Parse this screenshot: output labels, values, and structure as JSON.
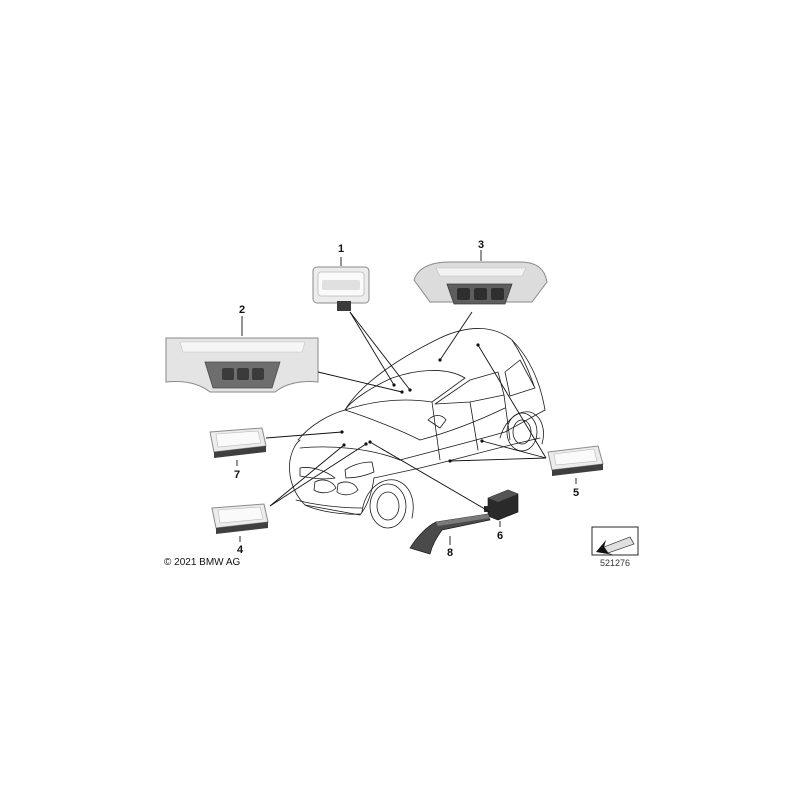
{
  "parts": [
    {
      "number": "1",
      "name": "interior-light-front"
    },
    {
      "number": "2",
      "name": "front-roof-module-console"
    },
    {
      "number": "3",
      "name": "rear-roof-console-light"
    },
    {
      "number": "4",
      "name": "footwell-light-front"
    },
    {
      "number": "5",
      "name": "door-entry-light"
    },
    {
      "number": "6",
      "name": "connector-plug"
    },
    {
      "number": "7",
      "name": "glovebox-light"
    },
    {
      "number": "8",
      "name": "light-guide-strip"
    }
  ],
  "copyright": "© 2021 BMW AG",
  "reference_number": "521276",
  "icons": {
    "orientation": "direction-arrow-icon"
  },
  "colors": {
    "line": "#111111",
    "part_light": "#e6e6e6",
    "part_mid": "#bdbdbd",
    "part_dark": "#3b3b3b",
    "background": "#ffffff"
  }
}
